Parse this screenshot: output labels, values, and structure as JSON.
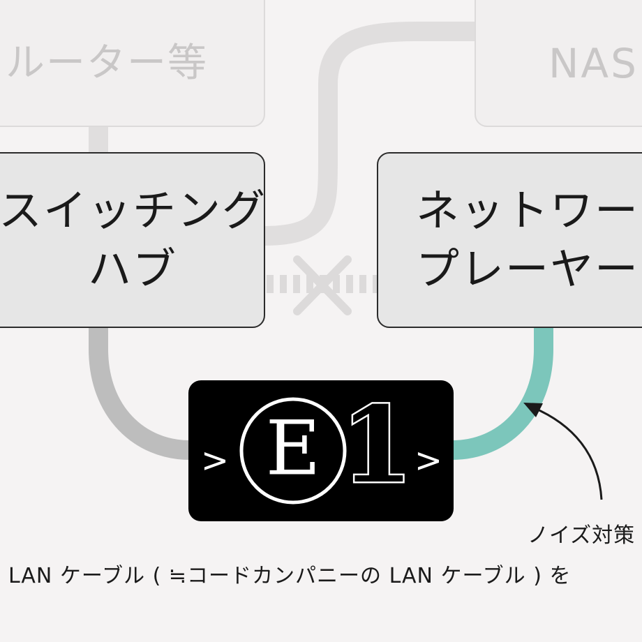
{
  "nodes": {
    "router": {
      "label": "ルーター等"
    },
    "nas": {
      "label": "NAS"
    },
    "switch": {
      "line1": "スイッチング",
      "line2": "ハブ"
    },
    "player": {
      "line1": "ネットワーク",
      "line2": "プレーヤー"
    }
  },
  "device": {
    "arrow_left": ">",
    "emblem_letter": "E",
    "model_digit": "1",
    "arrow_right": ">"
  },
  "captions": {
    "noise": "ノイズ対策",
    "lan_cable": "LAN ケーブル ( ≒コードカンパニーの LAN ケーブル ) を"
  },
  "colors": {
    "background": "#f5f3f3",
    "active_cable": "#7cc6bb",
    "gray_cable": "#bdbdbd",
    "faded_cable": "#e0dede",
    "device": "#000000"
  }
}
